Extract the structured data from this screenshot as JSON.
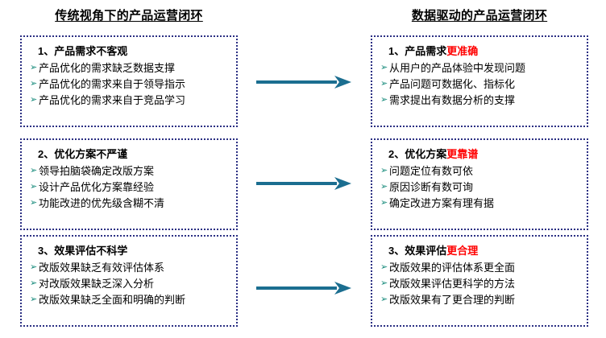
{
  "headings": {
    "left": "传统视角下的产品运营闭环",
    "right": "数据驱动的产品运营闭环"
  },
  "colors": {
    "box_border": "#2b2f83",
    "arrow": "#1b6e90",
    "highlight": "#ff0000",
    "bullet_marker": "#158a7a",
    "text": "#000000",
    "background": "#ffffff"
  },
  "bullet_glyph": "➢",
  "rows": [
    {
      "left": {
        "heading_plain": "1、产品需求不客观",
        "heading_prefix": "1、产品需求不客观",
        "heading_highlight": "",
        "items": [
          "产品优化的需求缺乏数据支撑",
          "产品优化的需求来自于领导指示",
          "产品优化的需求来自于竞品学习"
        ]
      },
      "right": {
        "heading_plain": "1、产品需求更准确",
        "heading_prefix": "1、产品需求",
        "heading_highlight": "更准确",
        "items": [
          "从用户的产品体验中发现问题",
          "产品问题可数据化、指标化",
          "需求提出有数据分析的支撑"
        ]
      },
      "arrow_name": "arrow-row-1"
    },
    {
      "left": {
        "heading_plain": "2、优化方案不严谨",
        "heading_prefix": "2、优化方案不严谨",
        "heading_highlight": "",
        "items": [
          "领导拍脑袋确定改版方案",
          "设计产品优化方案靠经验",
          "功能改进的优先级含糊不清"
        ]
      },
      "right": {
        "heading_plain": "2、优化方案更靠谱",
        "heading_prefix": "2、优化方案",
        "heading_highlight": "更靠谱",
        "items": [
          "问题定位有数可依",
          "原因诊断有数可询",
          "确定改进方案有理有据"
        ]
      },
      "arrow_name": "arrow-row-2"
    },
    {
      "left": {
        "heading_plain": "3、效果评估不科学",
        "heading_prefix": "3、效果评估不科学",
        "heading_highlight": "",
        "items": [
          "改版效果缺乏有效评估体系",
          "对改版效果缺乏深入分析",
          "改版效果缺乏全面和明确的判断"
        ]
      },
      "right": {
        "heading_plain": "3、效果评估更合理",
        "heading_prefix": "3、效果评估",
        "heading_highlight": "更合理",
        "items": [
          "改版效果的评估体系更全面",
          "改版效果评估更科学的方法",
          "改版效果有了更合理的判断"
        ]
      },
      "arrow_name": "arrow-row-3"
    }
  ]
}
